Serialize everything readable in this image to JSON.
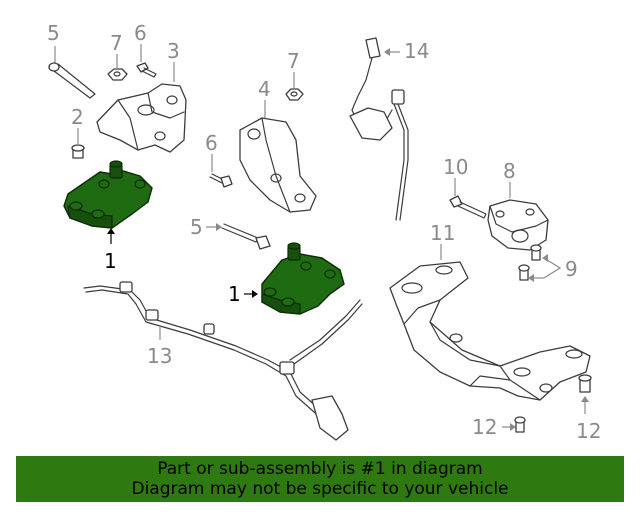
{
  "callouts": {
    "c1a": "1",
    "c1b": "1",
    "c2": "2",
    "c3": "3",
    "c4": "4",
    "c5a": "5",
    "c5b": "5",
    "c6a": "6",
    "c6b": "6",
    "c7a": "7",
    "c7b": "7",
    "c8": "8",
    "c9": "9",
    "c10": "10",
    "c11": "11",
    "c12a": "12",
    "c12b": "12",
    "c13": "13",
    "c14": "14"
  },
  "banner": {
    "line1": "Part or sub-assembly is #1 in diagram",
    "line2": "Diagram may not be specific to your vehicle"
  },
  "colors": {
    "highlight_part": "#1f6b12",
    "banner_bg": "#2e7a10",
    "callout_gray": "#8a8a8a"
  }
}
